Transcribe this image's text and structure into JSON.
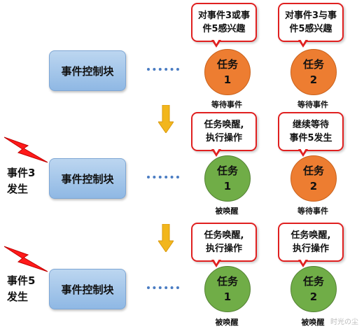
{
  "control_block": {
    "label": "事件控制块"
  },
  "rows": [
    {
      "bubble1": [
        "对事件3或事",
        "件5感兴趣"
      ],
      "bubble2": [
        "对事件3与事",
        "件5感兴趣"
      ],
      "task1": {
        "name": "任务",
        "num": "1",
        "color": "orange",
        "caption": "等待事件"
      },
      "task2": {
        "name": "任务",
        "num": "2",
        "color": "orange",
        "caption": "等待事件"
      }
    },
    {
      "event": [
        "事件3",
        "发生"
      ],
      "bubble1": [
        "任务唤醒,",
        "执行操作"
      ],
      "bubble2": [
        "继续等待",
        "事件5发生"
      ],
      "task1": {
        "name": "任务",
        "num": "1",
        "color": "green",
        "caption": "被唤醒"
      },
      "task2": {
        "name": "任务",
        "num": "2",
        "color": "orange",
        "caption": "等待事件"
      }
    },
    {
      "event": [
        "事件5",
        "发生"
      ],
      "bubble1": [
        "任务唤醒,",
        "执行操作"
      ],
      "bubble2": [
        "任务唤醒,",
        "执行操作"
      ],
      "task1": {
        "name": "任务",
        "num": "1",
        "color": "green",
        "caption": "被唤醒"
      },
      "task2": {
        "name": "任务",
        "num": "2",
        "color": "green",
        "caption": "被唤醒"
      }
    }
  ],
  "watermark": "时光の尘",
  "colors": {
    "orange": "#ed7d31",
    "green": "#70ad47",
    "bubble_border": "#e02020",
    "block_fill": "#9dc3e6",
    "arrow": "#f2b61c",
    "lightning": "#ff1a1a"
  }
}
